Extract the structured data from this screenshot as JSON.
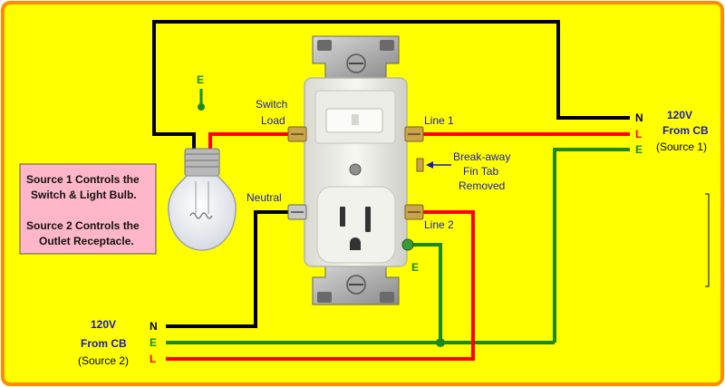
{
  "colors": {
    "background": "#ffff00",
    "border": "#ff8c00",
    "wire_neutral": "#000000",
    "wire_line": "#ff0000",
    "wire_ground": "#1a8a1a",
    "label_blue": "#1a1ab8",
    "note_fill": "#ffb6c8"
  },
  "switch": {
    "title": "Switch",
    "load_label": "Load",
    "line1_label": "Line 1"
  },
  "outlet": {
    "neutral_label": "Neutral",
    "line2_label": "Line 2",
    "ground_label": "E"
  },
  "fin_tab": {
    "line1": "Break-away",
    "line2": "Fin Tab",
    "line3": "Removed"
  },
  "ground_marker": "E",
  "source1": {
    "voltage": "120V",
    "from": "From CB",
    "name": "(Source 1)",
    "n": "N",
    "l": "L",
    "e": "E"
  },
  "source2": {
    "voltage": "120V",
    "from": "From CB",
    "name": "(Source 2)",
    "n": "N",
    "e": "E",
    "l": "L"
  },
  "note": {
    "line1": "Source 1 Controls the",
    "line2": "Switch & Light Bulb.",
    "line3": "Source 2 Controls the",
    "line4": "Outlet Receptacle."
  },
  "icons": [
    "light-bulb-icon",
    "switch-outlet-combo-icon",
    "ground-symbol-icon",
    "arrow-left-icon"
  ]
}
